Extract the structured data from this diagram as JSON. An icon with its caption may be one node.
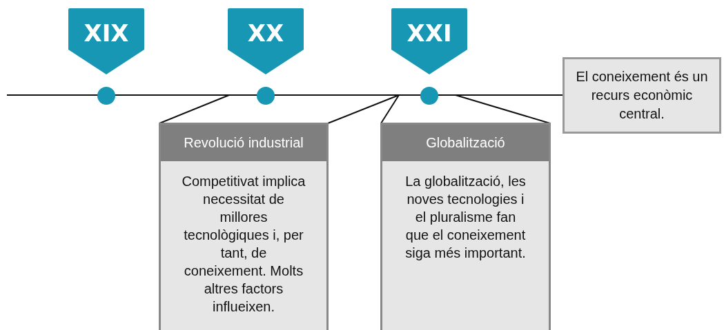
{
  "diagram": {
    "nodes": [
      {
        "text": [
          "XIX"
        ]
      },
      {
        "text": [
          "XX"
        ]
      },
      {
        "text": [
          "XXI"
        ]
      },
      {
        "text": [],
        "shape": "bar"
      },
      {
        "text": [
          "El coneixement és un recurs econòmic central."
        ]
      },
      {
        "text": [
          "Revolució industrial",
          "Competitivat implica necessitat de millores tecnològiques i, per tant, de coneixement. Molts altres factors influeixen."
        ]
      },
      {
        "text": [
          "Globalització",
          "La globalització, les noves tecnologies i el pluralisme fan que el coneixement siga més important."
        ]
      }
    ],
    "edges": [
      {
        "from": 5,
        "to": 3,
        "arrow": "none"
      },
      {
        "from": 5,
        "to": 3,
        "arrow": "none"
      },
      {
        "from": 6,
        "to": 3,
        "arrow": "none"
      },
      {
        "from": 6,
        "to": 3,
        "arrow": "none"
      }
    ]
  }
}
